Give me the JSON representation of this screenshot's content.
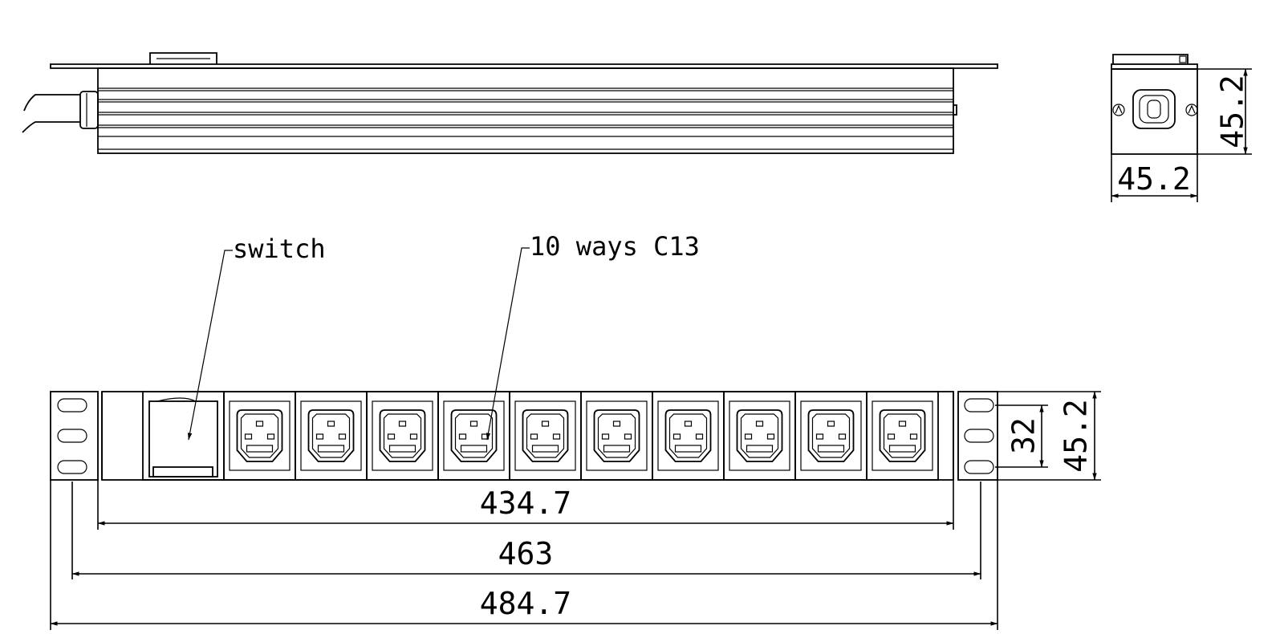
{
  "labels": {
    "switch": "switch",
    "outlets": "10 ways C13"
  },
  "dimensions": {
    "side_height": "45.2",
    "side_width": "45.2",
    "hole_pitch": "32",
    "front_height": "45.2",
    "body_length": "434.7",
    "mount_pitch": "463",
    "overall_length": "484.7"
  },
  "outlet_count": 10
}
